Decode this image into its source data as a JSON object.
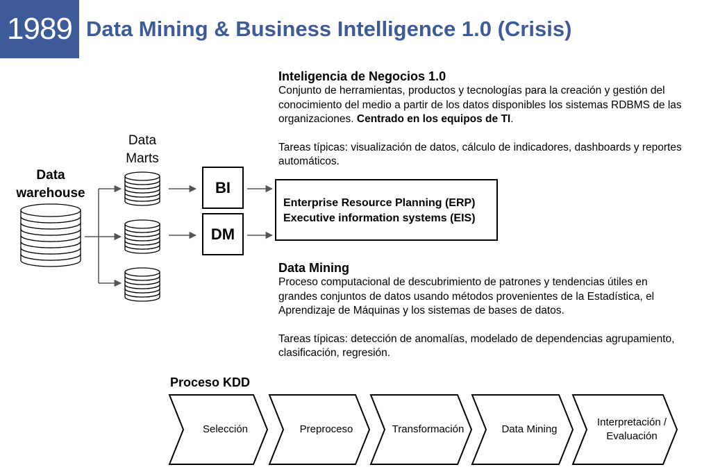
{
  "header": {
    "year": "1989",
    "title": "Data Mining & Business Intelligence 1.0 (Crisis)"
  },
  "diagram": {
    "warehouse_label": "Data\nwarehouse",
    "datamarts_label": "Data\nMarts",
    "bi_label": "BI",
    "dm_label": "DM",
    "erp_line1": "Enterprise Resource Planning (ERP)",
    "erp_line2": "Executive information systems (EIS)"
  },
  "bi_section": {
    "title": "Inteligencia de Negocios 1.0",
    "text": "Conjunto de herramientas, productos y tecnologías para la creación y gestión del conocimiento del medio a partir de los datos disponibles los sistemas RDBMS de las organizaciones.",
    "text_bold": "Centrado en los equipos de TI",
    "text_end": ".",
    "tasks": "Tareas típicas: visualización de datos, cálculo de indicadores, dashboards y reportes automáticos."
  },
  "dm_section": {
    "title": "Data Mining",
    "text": "Proceso computacional de descubrimiento de patrones y tendencias útiles en grandes conjuntos de datos usando métodos provenientes de la Estadística, el Aprendizaje de Máquinas y los sistemas de bases de datos.",
    "tasks": "Tareas típicas: detección de anomalías, modelado de dependencias agrupamiento, clasificación, regresión."
  },
  "kdd": {
    "title": "Proceso KDD",
    "steps": [
      "Selección",
      "Preproceso",
      "Transformación",
      "Data Mining",
      "Interpretación /\nEvaluación"
    ]
  },
  "colors": {
    "accent": "#3d5a99"
  }
}
